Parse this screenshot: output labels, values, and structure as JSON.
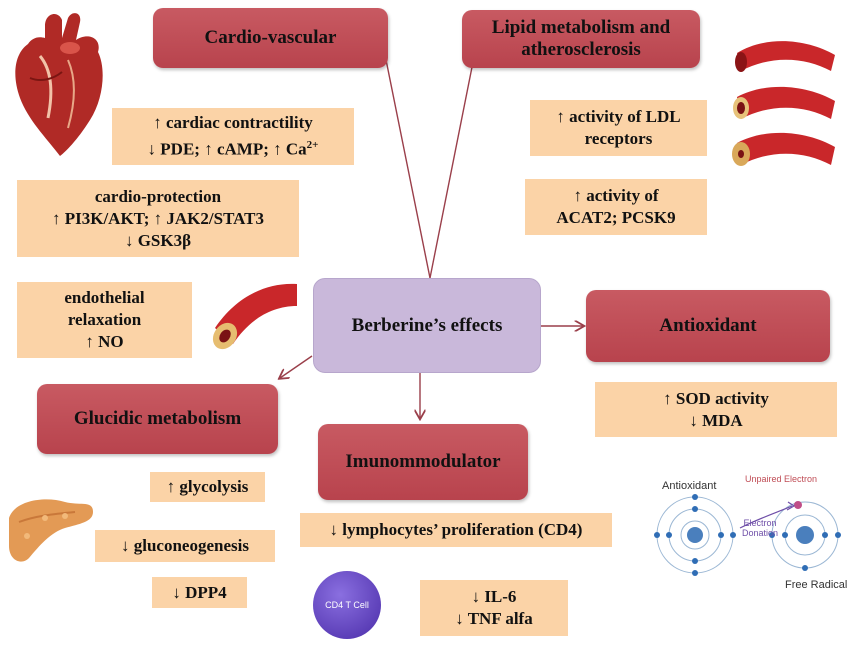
{
  "center": {
    "label": "Berberine’s effects"
  },
  "categories": {
    "cardio": "Cardio-vascular",
    "lipid": [
      "Lipid metabolism and",
      "atherosclerosis"
    ],
    "antioxidant": "Antioxidant",
    "glucidic": "Glucidic metabolism",
    "immuno": "Imunommodulator"
  },
  "effects": {
    "contractility": {
      "line1": "↑ cardiac contractility",
      "line2": "↓ PDE; ↑ cAMP; ↑ Ca",
      "sup": "2+"
    },
    "protection": [
      "cardio-protection",
      "↑ PI3K/AKT; ↑ JAK2/STAT3",
      "↓ GSK3β"
    ],
    "endothelial": [
      "endothelial",
      "relaxation",
      "↑ NO"
    ],
    "ldl": [
      "↑ activity of LDL",
      "receptors"
    ],
    "acat": [
      "↑ activity of",
      "ACAT2; PCSK9"
    ],
    "sod": [
      "↑ SOD activity",
      "↓ MDA"
    ],
    "glycolysis": "↑ glycolysis",
    "gluconeo": "↓ gluconeogenesis",
    "dpp4": "↓ DPP4",
    "lymph": "↓ lymphocytes’ proliferation (CD4)",
    "il6": [
      "↓ IL-6",
      "↓ TNF alfa"
    ]
  },
  "images": {
    "cd4": "CD4 T Cell",
    "antioxidant_label": "Antioxidant",
    "unpaired": "Unpaired Electron",
    "donation": [
      "Electron",
      "Donation"
    ],
    "free_radical": "Free Radical"
  },
  "colors": {
    "category": "#c04d56",
    "effect": "#fbd3a7",
    "center": "#c9b8da",
    "arrow": "#9a3f4a"
  }
}
